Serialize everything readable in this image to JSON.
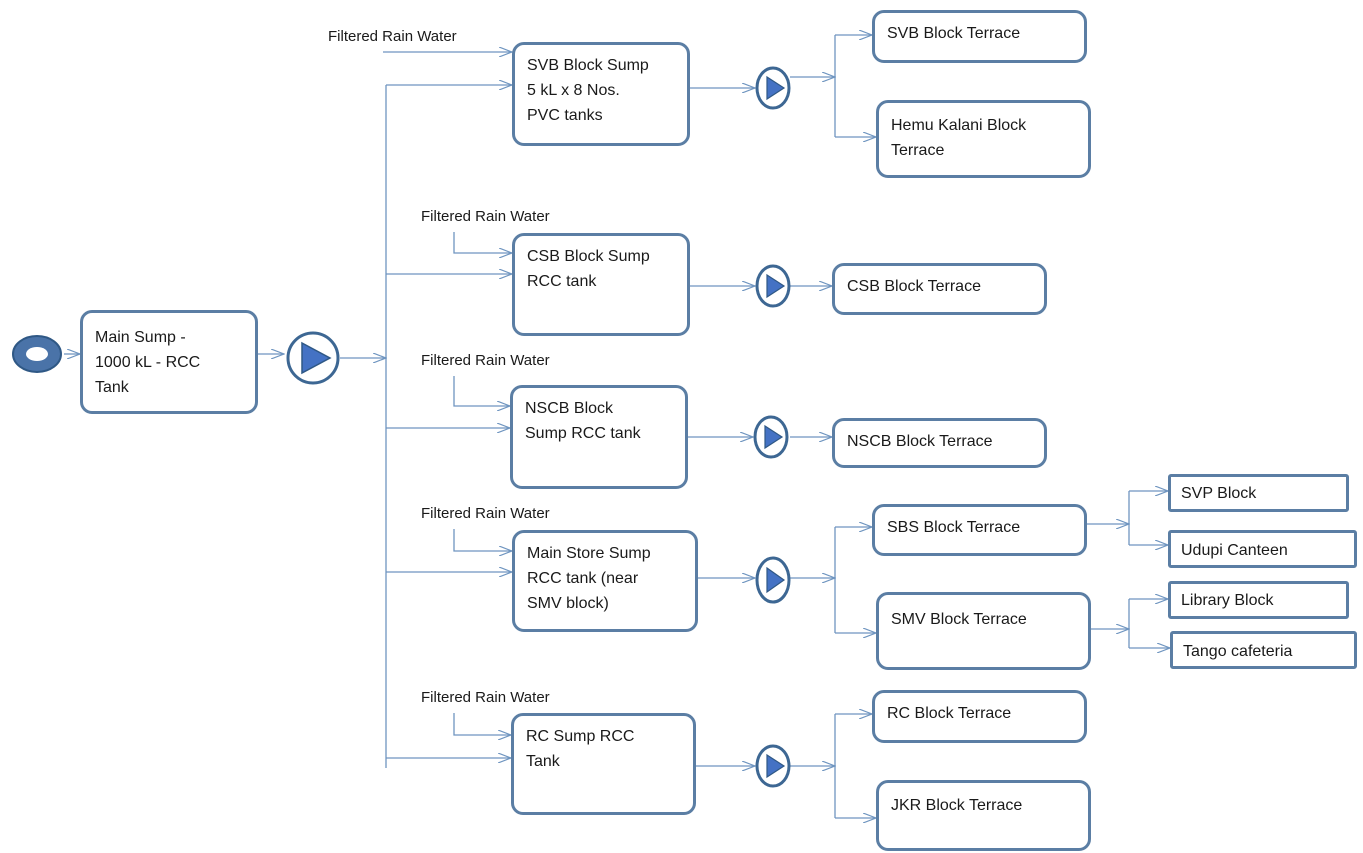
{
  "colors": {
    "stroke": "#5b7ea4",
    "line": "#6f95c0",
    "pump_fill": "#4472c4"
  },
  "source_icon": "ring-source-icon",
  "pump_icon": "pump-triangle-icon",
  "main_sump": {
    "label": "Main Sump -\n1000 kL - RCC\nTank"
  },
  "rain_label": "Filtered Rain Water",
  "sumps": [
    {
      "label": "SVB Block Sump\n5 kL x 8 Nos.\nPVC tanks"
    },
    {
      "label": "CSB Block Sump\nRCC tank"
    },
    {
      "label": "NSCB Block\nSump RCC tank"
    },
    {
      "label": "Main Store Sump\nRCC tank  (near\nSMV block)"
    },
    {
      "label": "RC Sump RCC\nTank"
    }
  ],
  "terraces": [
    {
      "label": "SVB Block Terrace"
    },
    {
      "label": "Hemu Kalani Block\nTerrace"
    },
    {
      "label": "CSB Block Terrace"
    },
    {
      "label": "NSCB Block Terrace"
    },
    {
      "label": "SBS Block Terrace"
    },
    {
      "label": "SMV Block Terrace"
    },
    {
      "label": "RC Block Terrace"
    },
    {
      "label": "JKR Block Terrace"
    }
  ],
  "sub_blocks": [
    {
      "label": "SVP Block"
    },
    {
      "label": "Udupi Canteen"
    },
    {
      "label": "Library Block"
    },
    {
      "label": "Tango cafeteria"
    }
  ]
}
